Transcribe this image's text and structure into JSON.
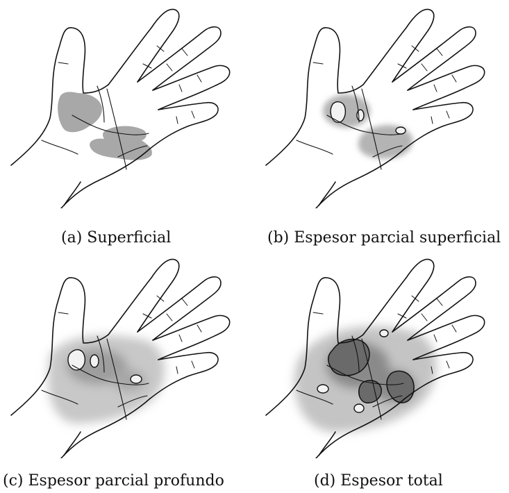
{
  "figure": {
    "panels": [
      {
        "id": "a",
        "caption": "(a) Superficial"
      },
      {
        "id": "b",
        "caption": "(b) Espesor parcial superficial"
      },
      {
        "id": "c",
        "caption": "(c) Espesor parcial profundo"
      },
      {
        "id": "d",
        "caption": "(d) Espesor total"
      }
    ]
  },
  "colors": {
    "outline": "#111111",
    "burn_light": "#c8c8c8",
    "burn_medium": "#a0a0a0",
    "burn_dark": "#555555",
    "blister": "#f2f2f2"
  }
}
